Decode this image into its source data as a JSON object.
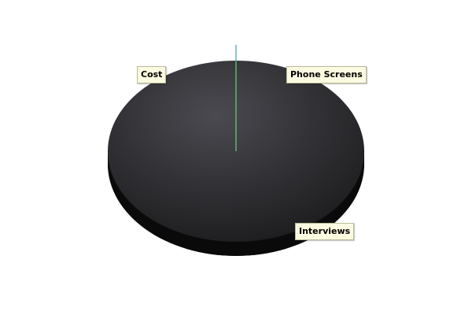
{
  "chart_data": {
    "type": "pie",
    "style": "3d",
    "slices": [
      {
        "label": "Cost",
        "value": 0,
        "color": "#2a2a2c"
      },
      {
        "label": "Phone Screens",
        "value": 0,
        "color": "#2a2a2c"
      },
      {
        "label": "Interviews",
        "value": 0,
        "color": "#2a2a2c"
      }
    ],
    "title": "",
    "legend": "none",
    "colors": {
      "pie_top_center": "#4a4a50",
      "pie_top_edge": "#1c1c1e",
      "pie_side": "#0a0a0a",
      "divider_line_upper": "#3aa0c0",
      "divider_line_lower": "#6fd07a",
      "label_background": "#fbfbe1",
      "label_border": "#b9b99a"
    }
  }
}
